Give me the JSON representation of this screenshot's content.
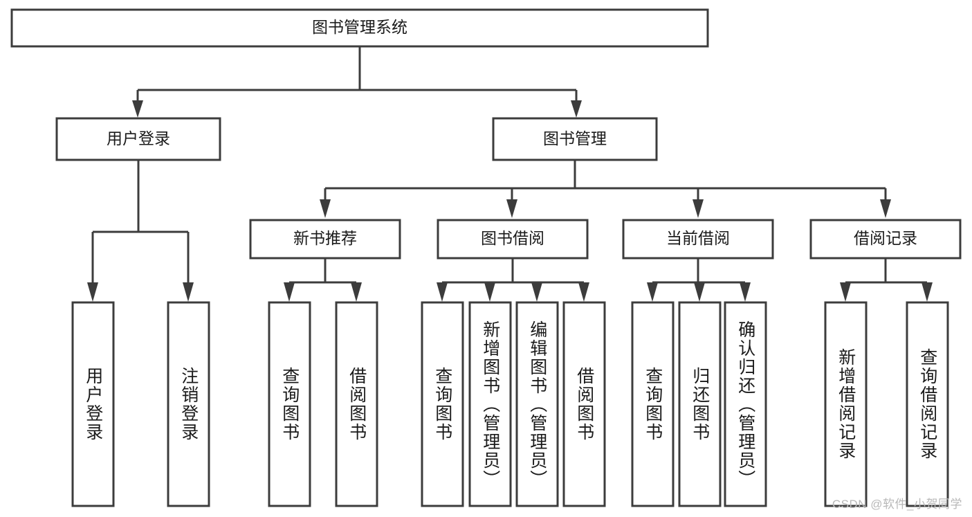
{
  "diagram": {
    "title": "图书管理系统",
    "type": "tree-hierarchy-diagram",
    "colors": {
      "stroke": "#3c3c3c",
      "fill": "#ffffff",
      "text": "#1a1a1a",
      "watermark": "#b8b8b8"
    },
    "root": {
      "label": "图书管理系统"
    },
    "level2": [
      {
        "label": "用户登录"
      },
      {
        "label": "图书管理"
      }
    ],
    "level3": [
      {
        "label": "新书推荐"
      },
      {
        "label": "图书借阅"
      },
      {
        "label": "当前借阅"
      },
      {
        "label": "借阅记录"
      }
    ],
    "leaves": {
      "user_login": [
        {
          "label": "用户登录"
        },
        {
          "label": "注销登录"
        }
      ],
      "new_book_recommend": [
        {
          "label": "查询图书"
        },
        {
          "label": "借阅图书"
        }
      ],
      "book_borrow": [
        {
          "label": "查询图书"
        },
        {
          "label": "新增图书（管理员）"
        },
        {
          "label": "编辑图书（管理员）"
        },
        {
          "label": "借阅图书"
        }
      ],
      "current_borrow": [
        {
          "label": "查询图书"
        },
        {
          "label": "归还图书"
        },
        {
          "label": "确认归还（管理员）"
        }
      ],
      "borrow_record": [
        {
          "label": "新增借阅记录"
        },
        {
          "label": "查询借阅记录"
        }
      ]
    }
  },
  "watermark": {
    "text": "CSDN @软件_小贺同学"
  }
}
